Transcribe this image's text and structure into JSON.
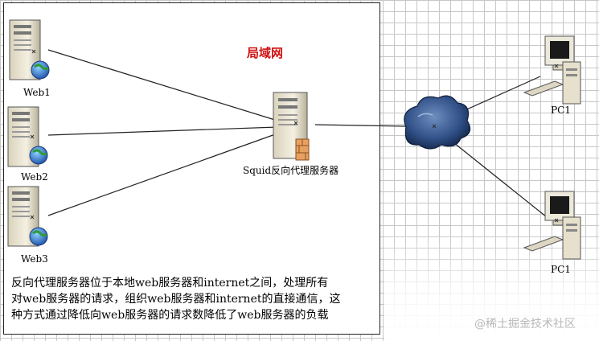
{
  "lan_title": "局域网",
  "servers": [
    {
      "label": "Web1"
    },
    {
      "label": "Web2"
    },
    {
      "label": "Web3"
    }
  ],
  "proxy": {
    "label": "Squid反向代理服务器"
  },
  "clients": [
    {
      "label": "PC1"
    },
    {
      "label": "PC1"
    }
  ],
  "description": [
    "反向代理服务器位于本地web服务器和internet之间，处理所有",
    "对web服务器的请求，组织web服务器和internet的直接通信，这",
    "种方式通过降低向web服务器的请求数降低了web服务器的负载"
  ],
  "watermark": "@稀土掘金技术社区",
  "colors": {
    "title_red": "#d01010",
    "cloud": "#2f4f86",
    "server_body": "#ece6d2"
  }
}
